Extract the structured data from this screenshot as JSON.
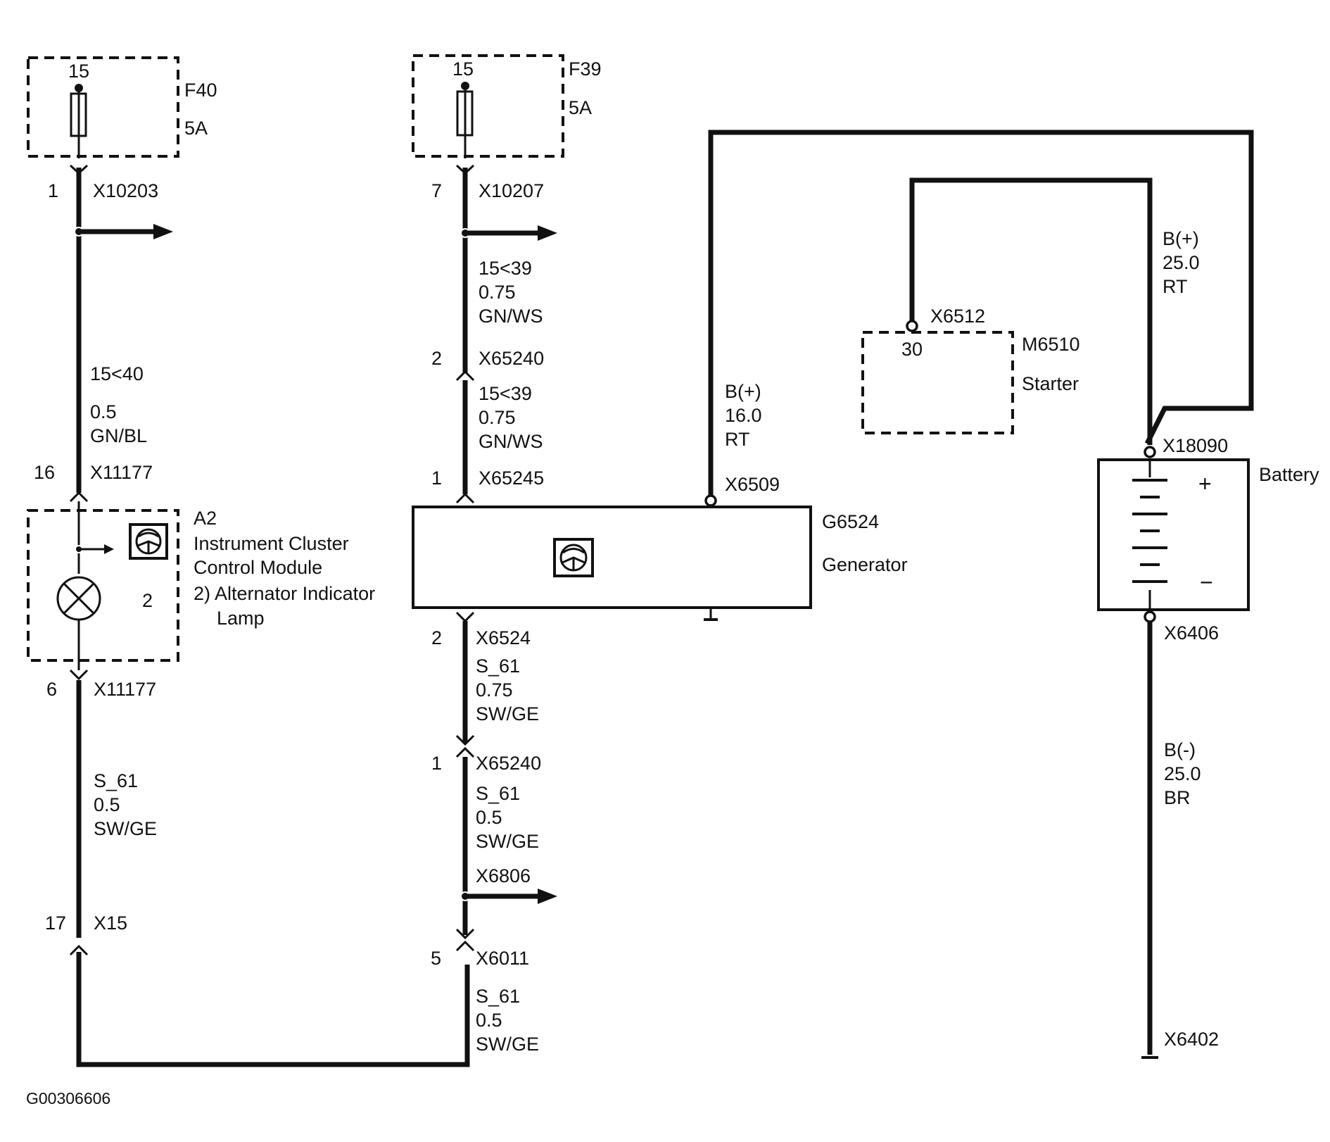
{
  "image_code": "G00306606",
  "fuses": {
    "f40": {
      "id": "F40",
      "rating": "5A",
      "terminal": "15"
    },
    "f39": {
      "id": "F39",
      "rating": "5A",
      "terminal": "15"
    }
  },
  "connectors": {
    "x10203": {
      "pin": "1",
      "id": "X10203"
    },
    "x10207": {
      "pin": "7",
      "id": "X10207"
    },
    "x65240_top": {
      "pin": "2",
      "id": "X65240"
    },
    "x65245": {
      "pin": "1",
      "id": "X65245"
    },
    "x11177_in": {
      "pin": "16",
      "id": "X11177"
    },
    "x11177_out": {
      "pin": "6",
      "id": "X11177"
    },
    "x15": {
      "pin": "17",
      "id": "X15"
    },
    "x6524": {
      "pin": "2",
      "id": "X6524"
    },
    "x65240_bottom": {
      "pin": "1",
      "id": "X65240"
    },
    "x6806": {
      "id": "X6806"
    },
    "x6011": {
      "pin": "5",
      "id": "X6011"
    },
    "x6509": {
      "id": "X6509"
    },
    "x6512": {
      "id": "X6512",
      "pin": "30"
    },
    "x18090": {
      "id": "X18090"
    },
    "x6406": {
      "id": "X6406"
    },
    "x6402": {
      "id": "X6402"
    }
  },
  "wires": {
    "w_f40": {
      "signal": "15<40",
      "gauge": "0.5",
      "color": "GN/BL"
    },
    "w_f39_a": {
      "signal": "15<39",
      "gauge": "0.75",
      "color": "GN/WS"
    },
    "w_f39_b": {
      "signal": "15<39",
      "gauge": "0.75",
      "color": "GN/WS"
    },
    "w_lamp": {
      "signal": "S_61",
      "gauge": "0.5",
      "color": "SW/GE"
    },
    "w_gen_a": {
      "signal": "S_61",
      "gauge": "0.75",
      "color": "SW/GE"
    },
    "w_gen_b": {
      "signal": "S_61",
      "gauge": "0.5",
      "color": "SW/GE"
    },
    "w_gen_c": {
      "signal": "S_61",
      "gauge": "0.5",
      "color": "SW/GE"
    },
    "w_gen_bplus": {
      "signal": "B(+)",
      "gauge": "16.0",
      "color": "RT"
    },
    "w_bat_bplus": {
      "signal": "B(+)",
      "gauge": "25.0",
      "color": "RT"
    },
    "w_bat_bminus": {
      "signal": "B(-)",
      "gauge": "25.0",
      "color": "BR"
    }
  },
  "components": {
    "a2": {
      "id": "A2",
      "name_line1": "Instrument Cluster",
      "name_line2": "Control Module",
      "note_line1": "2) Alternator Indicator",
      "note_line2": "Lamp",
      "lamp_ref": "2"
    },
    "generator": {
      "id": "G6524",
      "name": "Generator"
    },
    "starter": {
      "id": "M6510",
      "name": "Starter"
    },
    "battery": {
      "name": "Battery",
      "plus": "+",
      "minus": "−"
    }
  }
}
